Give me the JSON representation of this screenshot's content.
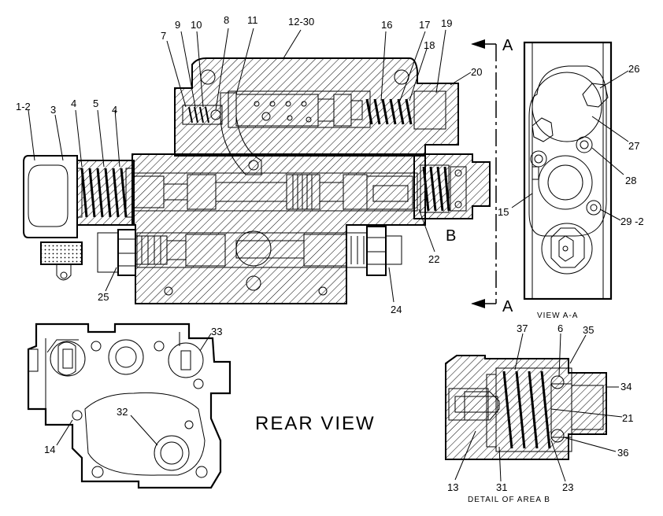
{
  "main_view": {
    "callouts": [
      "1-2",
      "3",
      "4",
      "5",
      "4",
      "7",
      "9",
      "10",
      "8",
      "11",
      "12-30",
      "16",
      "17",
      "18",
      "19",
      "20",
      "22",
      "24",
      "25"
    ],
    "section_marker": "B"
  },
  "section_arrows": {
    "top": "A",
    "bottom": "A"
  },
  "view_aa": {
    "caption": "VIEW  A-A",
    "callouts": [
      "26",
      "27",
      "28",
      "15",
      "29 -2"
    ]
  },
  "rear_view": {
    "title": "REAR  VIEW",
    "callouts": [
      "33",
      "32",
      "14"
    ]
  },
  "detail_b": {
    "caption": "DETAIL OF AREA B",
    "callouts": [
      "37",
      "6",
      "35",
      "34",
      "21",
      "36",
      "23",
      "31",
      "13"
    ]
  }
}
